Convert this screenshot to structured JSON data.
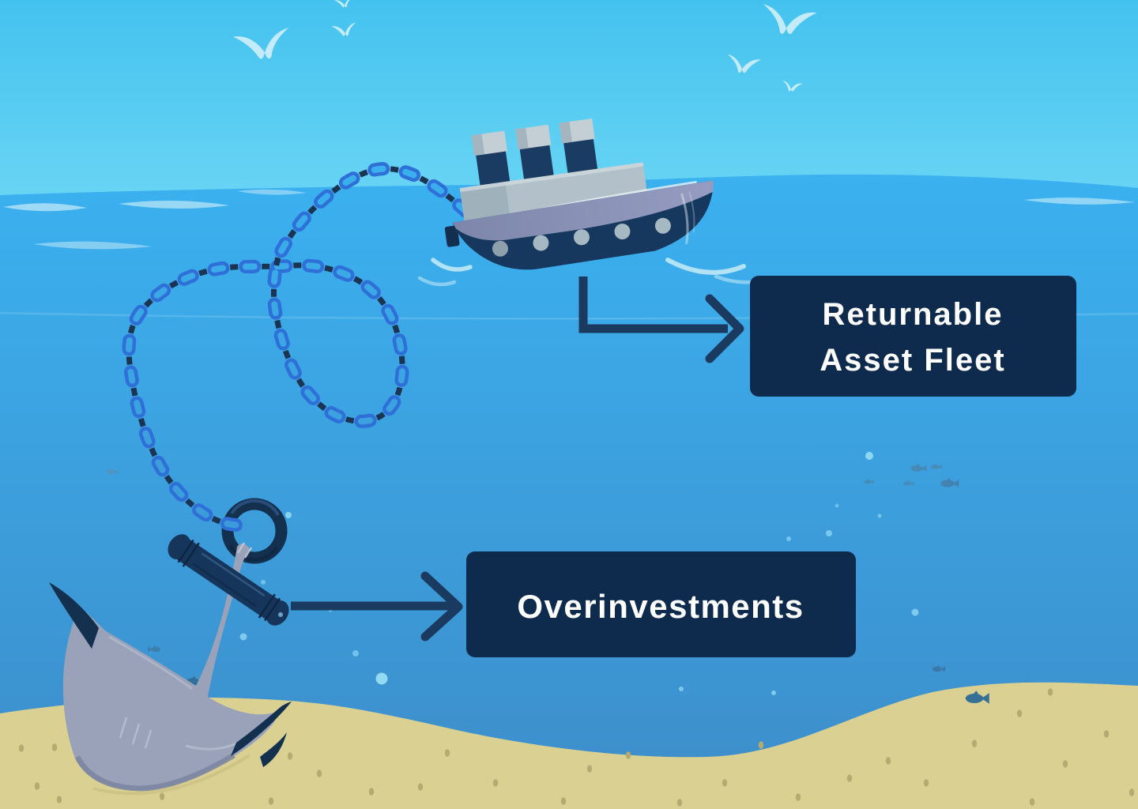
{
  "diagram": {
    "type": "metaphor-illustration",
    "nodes": [
      {
        "id": "ship",
        "icon": "ship-icon",
        "label_line1": "Returnable",
        "label_line2": "Asset Fleet"
      },
      {
        "id": "anchor",
        "icon": "anchor-icon",
        "label": "Overinvestments"
      }
    ],
    "connector": {
      "icon": "chain-icon"
    }
  },
  "colors": {
    "label_card_bg": "#0e2b4d",
    "label_text": "#ffffff",
    "arrow": "#1a3a5f",
    "sky_top": "#44c2ef",
    "sky_bottom": "#6ad5f4",
    "sea_top": "#3bb1f0",
    "sea_bottom": "#3d8dc9",
    "sand": "#d9d091",
    "sand_speckle": "#b3ab71",
    "chain_blue": "#2e70d8",
    "chain_dark": "#1c3454",
    "navy": "#16385e"
  },
  "icons": [
    "ship-icon",
    "anchor-icon",
    "chain-icon",
    "seagull-icon",
    "fish-icon",
    "bubble-icon"
  ]
}
